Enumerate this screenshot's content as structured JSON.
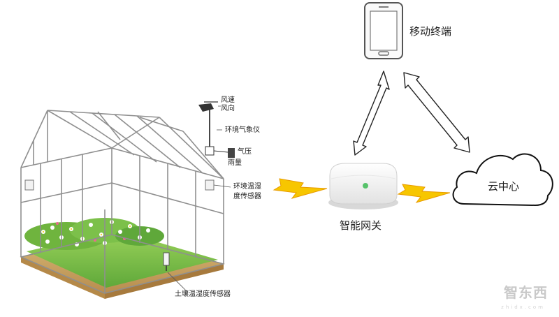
{
  "labels": {
    "wind_speed": "风速",
    "wind_direction": "风向",
    "weather_station": "环境气象仪",
    "air_pressure": "气压",
    "rainfall": "雨量",
    "env_sensor_line1": "环境温湿",
    "env_sensor_line2": "度传感器",
    "soil_sensor": "土壤温湿度传感器",
    "mobile": "移动终端",
    "gateway": "智能网关",
    "cloud": "云中心"
  },
  "watermark": {
    "logo_text": "智东西",
    "sub_text": "zhidx.com"
  },
  "colors": {
    "lightning": "#f7c600",
    "lightning_edge": "#e89b00",
    "grass": "#7cc242",
    "soil": "#c8a262",
    "frame": "#9a9a9a",
    "gateway_led": "#56c26a"
  }
}
